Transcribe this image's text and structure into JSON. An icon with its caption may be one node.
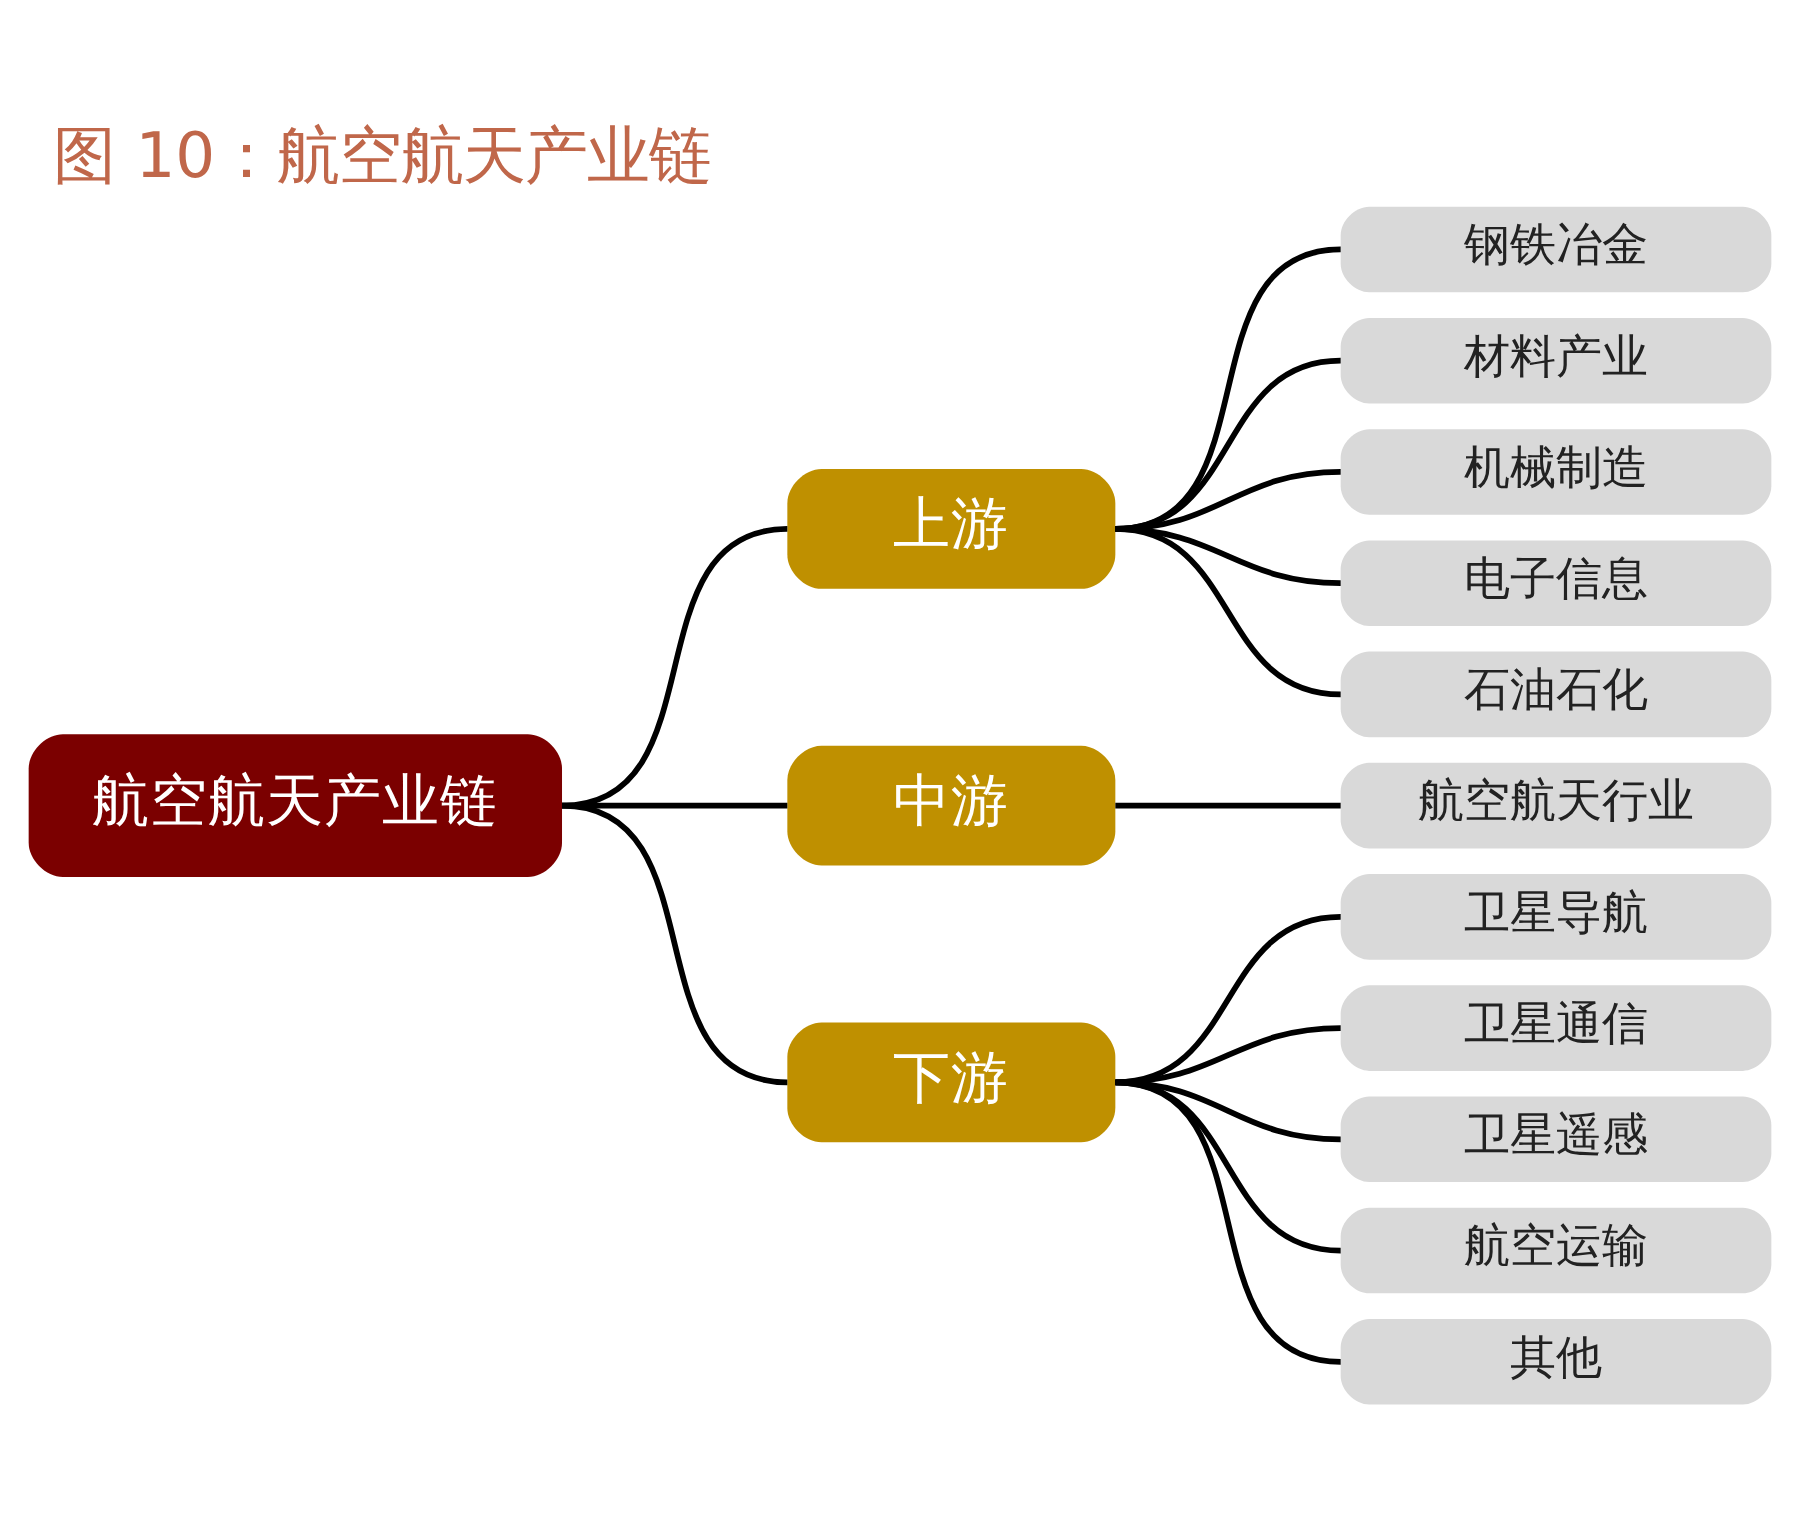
{
  "diagram": {
    "title": "图 10：航空航天产业链",
    "nodes": [
      {
        "text": [
          "航空航天产业链"
        ]
      },
      {
        "text": [
          "上游"
        ]
      },
      {
        "text": [
          "钢铁冶金"
        ]
      },
      {
        "text": [
          "材料产业"
        ]
      },
      {
        "text": [
          "机械制造"
        ]
      },
      {
        "text": [
          "电子信息"
        ]
      },
      {
        "text": [
          "石油石化"
        ]
      },
      {
        "text": [
          "中游"
        ]
      },
      {
        "text": [
          "航空航天行业"
        ]
      },
      {
        "text": [
          "下游"
        ]
      },
      {
        "text": [
          "卫星导航"
        ]
      },
      {
        "text": [
          "卫星通信"
        ]
      },
      {
        "text": [
          "卫星遥感"
        ]
      },
      {
        "text": [
          "航空运输"
        ]
      },
      {
        "text": [
          "其他"
        ]
      }
    ],
    "edges": [
      {
        "from": 0,
        "to": 1,
        "arrow": "none"
      },
      {
        "from": 0,
        "to": 7,
        "arrow": "none"
      },
      {
        "from": 0,
        "to": 9,
        "arrow": "none"
      },
      {
        "from": 1,
        "to": 2,
        "arrow": "none"
      },
      {
        "from": 1,
        "to": 3,
        "arrow": "none"
      },
      {
        "from": 1,
        "to": 4,
        "arrow": "none"
      },
      {
        "from": 1,
        "to": 5,
        "arrow": "none"
      },
      {
        "from": 1,
        "to": 6,
        "arrow": "none"
      },
      {
        "from": 7,
        "to": 8,
        "arrow": "none"
      },
      {
        "from": 9,
        "to": 10,
        "arrow": "none"
      },
      {
        "from": 9,
        "to": 11,
        "arrow": "none"
      },
      {
        "from": 9,
        "to": 12,
        "arrow": "none"
      },
      {
        "from": 9,
        "to": 13,
        "arrow": "none"
      },
      {
        "from": 9,
        "to": 14,
        "arrow": "none"
      }
    ]
  }
}
